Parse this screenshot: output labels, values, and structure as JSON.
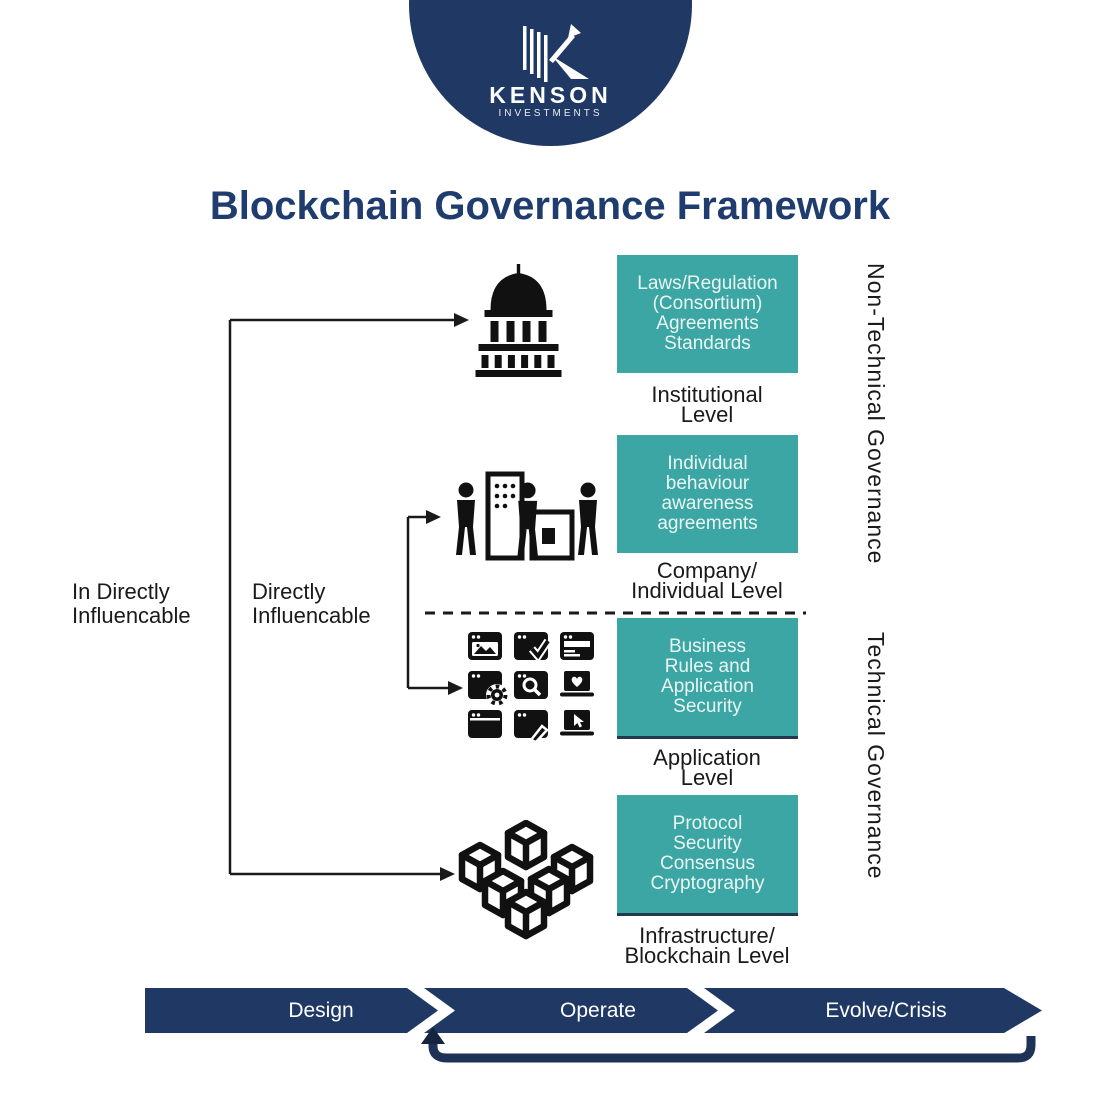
{
  "logo": {
    "name": "KENSON",
    "subtitle": "INVESTMENTS"
  },
  "title": "Blockchain Governance Framework",
  "influence_labels": {
    "indirect": "In Directly\nInfluencable",
    "direct": "Directly\nInfluencable"
  },
  "levels": [
    {
      "icon": "capitol-icon",
      "box_text": "Laws/Regulation\n(Consortium)\nAgreements\nStandards",
      "level_label": "Institutional\nLevel"
    },
    {
      "icon": "company-individuals-icon",
      "box_text": "Individual\nbehaviour\nawareness\nagreements",
      "level_label": "Company/\nIndividual Level"
    },
    {
      "icon": "applications-grid-icon",
      "box_text": "Business\nRules and\nApplication\nSecurity",
      "level_label": "Application\nLevel"
    },
    {
      "icon": "blockchain-cubes-icon",
      "box_text": "Protocol\nSecurity\nConsensus\nCryptography",
      "level_label": "Infrastructure/\nBlockchain Level"
    }
  ],
  "governance_sections": {
    "top": "Non-Technical Governance",
    "bottom": "Technical Governance"
  },
  "lifecycle_banner": {
    "segments": [
      "Design",
      "Operate",
      "Evolve/Crisis"
    ]
  },
  "colors": {
    "navy": "#1F3864",
    "title_navy": "#1F3C6E",
    "teal": "#3BA6A3",
    "box_text": "#EAF6F5",
    "line_black": "#1A1A1A"
  }
}
